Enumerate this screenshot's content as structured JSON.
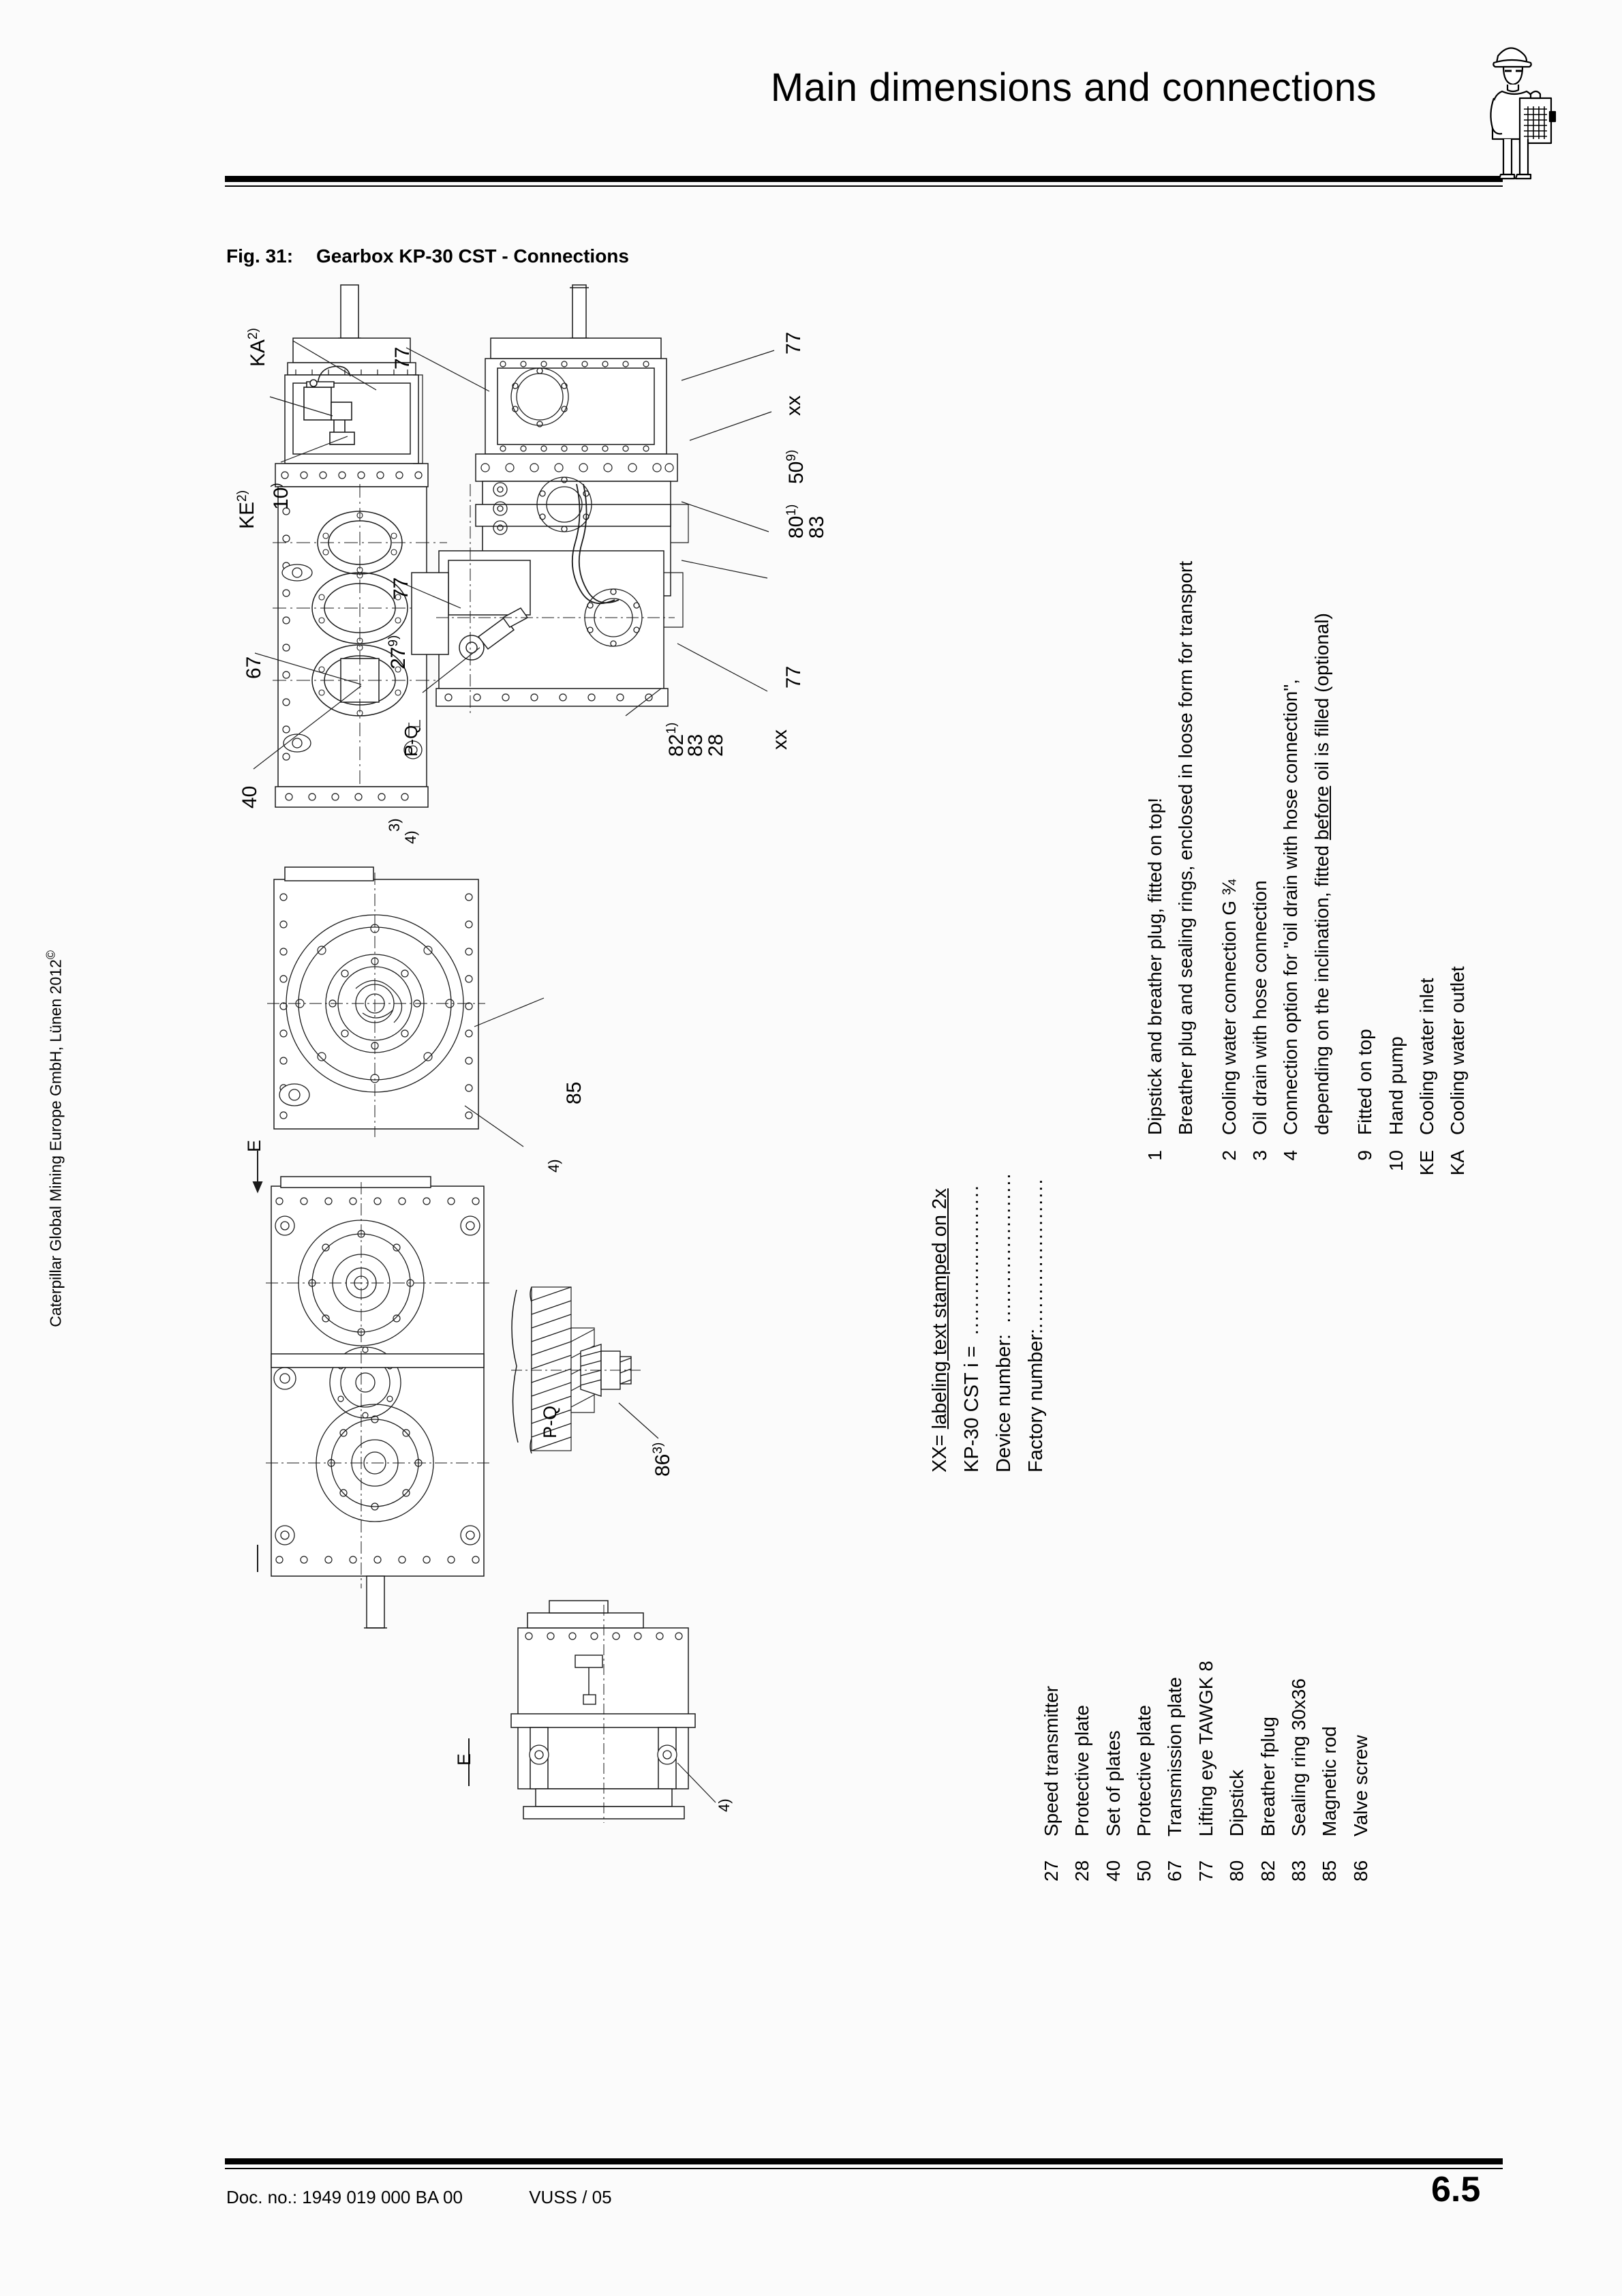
{
  "header": {
    "title": "Main dimensions and connections",
    "icon": "worker-with-clipboard-icon"
  },
  "figure": {
    "number": "Fig. 31:",
    "caption": "Gearbox KP-30 CST - Connections"
  },
  "copyright": "Caterpillar Global Mining Europe GmbH, Lünen 2012",
  "copyright_symbol": "©",
  "drawing": {
    "callouts": [
      {
        "id": "ka",
        "label": "KA",
        "sup": "2)"
      },
      {
        "id": "ten",
        "label": "10",
        "sup": ")"
      },
      {
        "id": "ke",
        "label": "KE",
        "sup": "2)"
      },
      {
        "id": "67",
        "label": "67",
        "sup": ""
      },
      {
        "id": "40",
        "label": "40",
        "sup": ""
      },
      {
        "id": "pq-top",
        "label": "P-Q",
        "sup": ""
      },
      {
        "id": "3-4",
        "label": "3)",
        "sup": ""
      },
      {
        "id": "4-left",
        "label": "4)",
        "sup": ""
      },
      {
        "id": "77-a",
        "label": "77",
        "sup": ""
      },
      {
        "id": "77-b",
        "label": "77",
        "sup": ""
      },
      {
        "id": "27",
        "label": "27",
        "sup": "9)"
      },
      {
        "id": "82",
        "label": "82",
        "sup": "1)"
      },
      {
        "id": "83-b",
        "label": "83",
        "sup": ""
      },
      {
        "id": "28",
        "label": "28",
        "sup": ""
      },
      {
        "id": "xx-bottom",
        "label": "xx",
        "sup": ""
      },
      {
        "id": "77-c",
        "label": "77",
        "sup": ""
      },
      {
        "id": "xx-top",
        "label": "xx",
        "sup": ""
      },
      {
        "id": "50",
        "label": "50",
        "sup": "9)"
      },
      {
        "id": "80",
        "label": "80",
        "sup": "1)"
      },
      {
        "id": "83-a",
        "label": "83",
        "sup": ""
      },
      {
        "id": "77-d",
        "label": "77",
        "sup": ""
      },
      {
        "id": "85",
        "label": "85",
        "sup": ""
      },
      {
        "id": "4-mid",
        "label": "4)",
        "sup": ""
      },
      {
        "id": "86",
        "label": "86",
        "sup": "3)"
      },
      {
        "id": "pq-section",
        "label": "P-Q",
        "sup": ""
      },
      {
        "id": "e-top",
        "label": "E",
        "sup": ""
      },
      {
        "id": "e-bottom",
        "label": "E",
        "sup": ""
      },
      {
        "id": "4-bottom",
        "label": "4)",
        "sup": ""
      }
    ]
  },
  "labelling_block": {
    "heading_prefix": "XX=",
    "heading_underlined": "labeling text stamped on 2x",
    "rows": [
      {
        "label": "KP-30 CST i =",
        "value": "......................"
      },
      {
        "label": "Device number:",
        "value": "......................"
      },
      {
        "label": "Factory number:",
        "value": "......................"
      }
    ]
  },
  "footnotes": {
    "items": [
      {
        "key": "1",
        "lines": [
          "Dipstick and breather plug, fitted on top!",
          "Breather plug and sealing rings, enclosed in loose form for transport"
        ]
      },
      {
        "key": "2",
        "lines": [
          "Cooling water connection G ¾"
        ]
      },
      {
        "key": "3",
        "lines": [
          "Oil drain with hose connection"
        ]
      },
      {
        "key": "4",
        "lines": [
          "Connection option for \"oil drain with hose connection\",",
          "depending on the inclination, fitted before oil is filled (optional)"
        ],
        "underline_word": "before"
      },
      {
        "key": "9",
        "lines": [
          "Fitted on top"
        ]
      },
      {
        "key": "10",
        "lines": [
          "Hand pump"
        ]
      },
      {
        "key": "KE",
        "lines": [
          "Cooling water inlet"
        ]
      },
      {
        "key": "KA",
        "lines": [
          "Cooling water outlet"
        ]
      }
    ]
  },
  "parts_list": [
    {
      "number": "27",
      "name": "Speed transmitter"
    },
    {
      "number": "28",
      "name": "Protective plate"
    },
    {
      "number": "40",
      "name": "Set of plates"
    },
    {
      "number": "50",
      "name": "Protective plate"
    },
    {
      "number": "67",
      "name": "Transmission plate"
    },
    {
      "number": "77",
      "name": "Lifting eye TAWGK 8"
    },
    {
      "number": "80",
      "name": "Dipstick"
    },
    {
      "number": "82",
      "name": "Breather fplug"
    },
    {
      "number": "83",
      "name": "Sealing ring 30x36"
    },
    {
      "number": "85",
      "name": "Magnetic rod"
    },
    {
      "number": "86",
      "name": "Valve screw"
    }
  ],
  "footer": {
    "doc_label": "Doc. no.:",
    "doc_number": "1949 019 000 BA 00",
    "revision": "VUSS / 05",
    "page": "6.5"
  }
}
